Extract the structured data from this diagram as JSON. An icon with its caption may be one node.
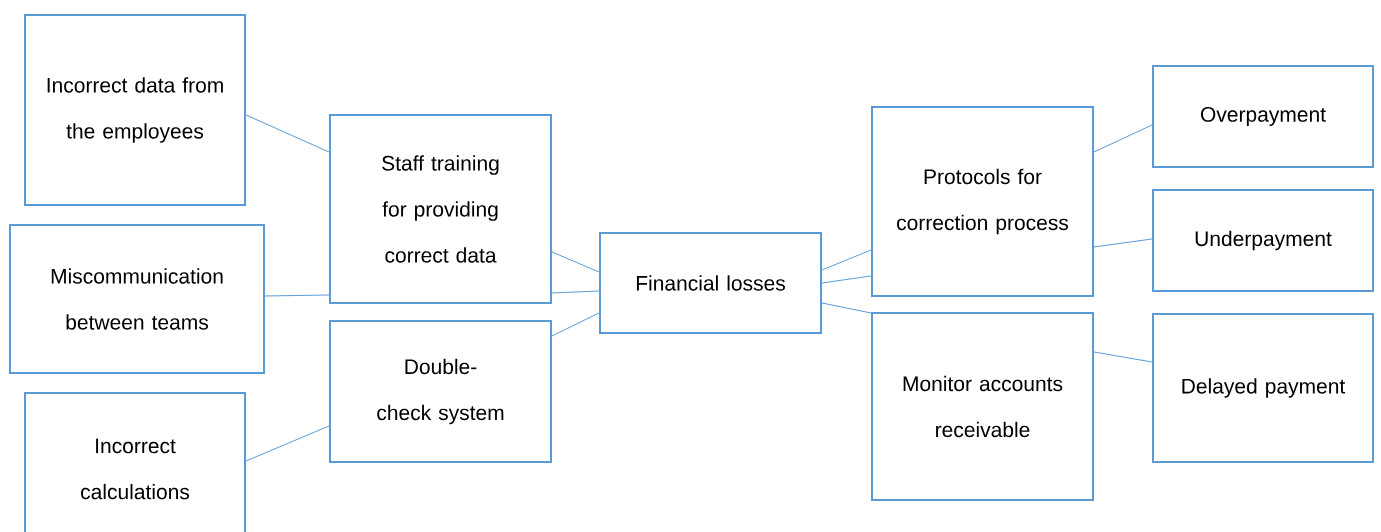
{
  "diagram": {
    "nodes": [
      {
        "text": [
          "Incorrect data from the employees"
        ]
      },
      {
        "text": [
          "Staff training for providing correct data"
        ]
      },
      {
        "text": [
          "Miscommunication between teams"
        ]
      },
      {
        "text": [
          "Double-check system"
        ]
      },
      {
        "text": [
          "Incorrect calculations"
        ]
      },
      {
        "text": [
          "Financial losses"
        ]
      },
      {
        "text": [
          "Protocols for correction process"
        ]
      },
      {
        "text": [
          "Overpayment"
        ]
      },
      {
        "text": [
          "Underpayment"
        ]
      },
      {
        "text": [
          "Monitor accounts receivable"
        ]
      },
      {
        "text": [
          "Delayed payment"
        ]
      }
    ],
    "edges": [
      {
        "from": 0,
        "to": 1,
        "arrow": "none"
      },
      {
        "from": 2,
        "to": 1,
        "arrow": "none"
      },
      {
        "from": 4,
        "to": 3,
        "arrow": "none"
      },
      {
        "from": 1,
        "to": 5,
        "arrow": "none"
      },
      {
        "from": 1,
        "to": 5,
        "arrow": "none"
      },
      {
        "from": 3,
        "to": 5,
        "arrow": "none"
      },
      {
        "from": 5,
        "to": 6,
        "arrow": "none"
      },
      {
        "from": 5,
        "to": 6,
        "arrow": "none"
      },
      {
        "from": 5,
        "to": 9,
        "arrow": "none"
      },
      {
        "from": 6,
        "to": 7,
        "arrow": "none"
      },
      {
        "from": 6,
        "to": 8,
        "arrow": "none"
      },
      {
        "from": 9,
        "to": 10,
        "arrow": "none"
      }
    ]
  }
}
